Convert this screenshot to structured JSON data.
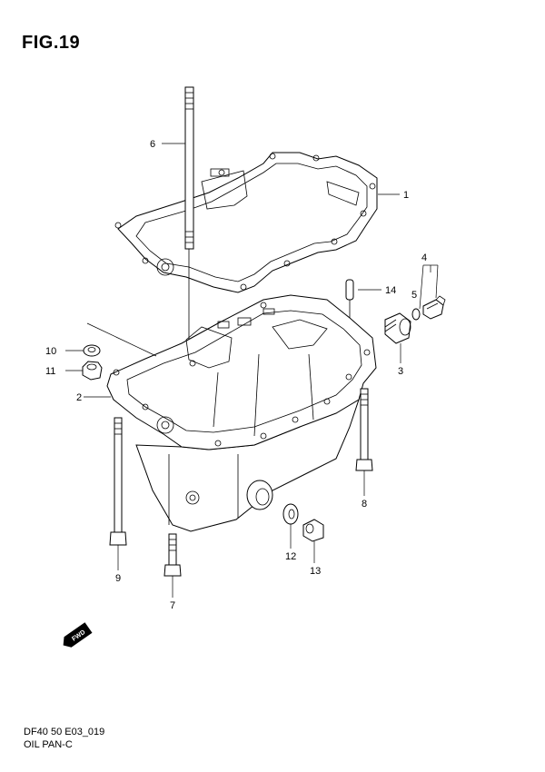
{
  "figure": {
    "title": "FIG.19",
    "model_code": "DF40 50 E03_019",
    "caption": "OIL PAN-C",
    "fwd_badge": "FWD"
  },
  "callouts": [
    "1",
    "2",
    "3",
    "4",
    "5",
    "6",
    "7",
    "8",
    "9",
    "10",
    "11",
    "12",
    "13",
    "14"
  ]
}
